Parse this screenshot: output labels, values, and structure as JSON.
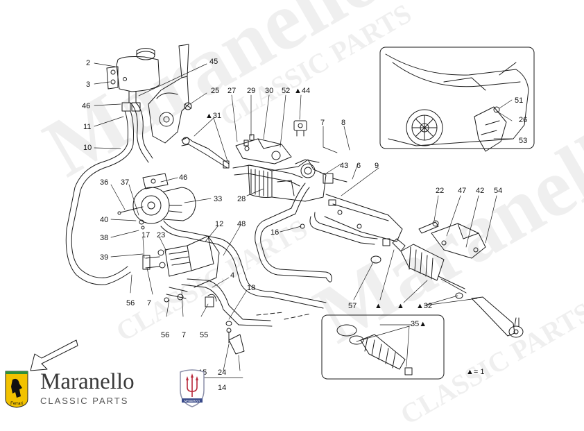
{
  "watermark": {
    "brand_text": "Maranello",
    "sub_text": "CLASSIC PARTS"
  },
  "callouts": {
    "c2": "2",
    "c3": "3",
    "c46a": "46",
    "c11": "11",
    "c10": "10",
    "c45": "45",
    "c25": "25",
    "c27": "27",
    "c29": "29",
    "c30": "30",
    "c52": "52",
    "c44": "▲44",
    "c31": "▲31",
    "c7a": "7",
    "c8": "8",
    "c43": "43",
    "c6": "6",
    "c9": "9",
    "c46b": "46",
    "c36": "36",
    "c37": "37",
    "c33": "33",
    "c28": "28",
    "c40": "40",
    "c12": "12",
    "c48": "48",
    "c16": "16",
    "c38": "38",
    "c17": "17",
    "c23": "23",
    "c39": "39",
    "c4": "4",
    "c18": "18",
    "c56a": "56",
    "c7b": "7",
    "c56b": "56",
    "c7c": "7",
    "c55": "55",
    "c15": "15",
    "c24": "24",
    "c14": "14",
    "c22": "22",
    "c47": "47",
    "c42": "42",
    "c54": "54",
    "c57": "57",
    "c32": "▲32",
    "c35": "35▲",
    "c51": "51",
    "c26": "26",
    "c53": "53",
    "tri_a": "▲",
    "tri_b": "▲"
  },
  "legend_text": "▲= 1",
  "logo": {
    "brand_name": "Maranello",
    "brand_sub": "CLASSIC PARTS",
    "ferrari_shield_text": "Ferrari",
    "maserati_badge_text": "MASERATI"
  },
  "colors": {
    "line": "#1a1a1a",
    "watermark": "#000000",
    "brand_text": "#3a3a3a",
    "shield_yellow": "#f2c200"
  },
  "icons": {
    "arrow": "front-direction-arrow",
    "shield": "ferrari-shield-icon",
    "trident": "maserati-trident-icon"
  }
}
